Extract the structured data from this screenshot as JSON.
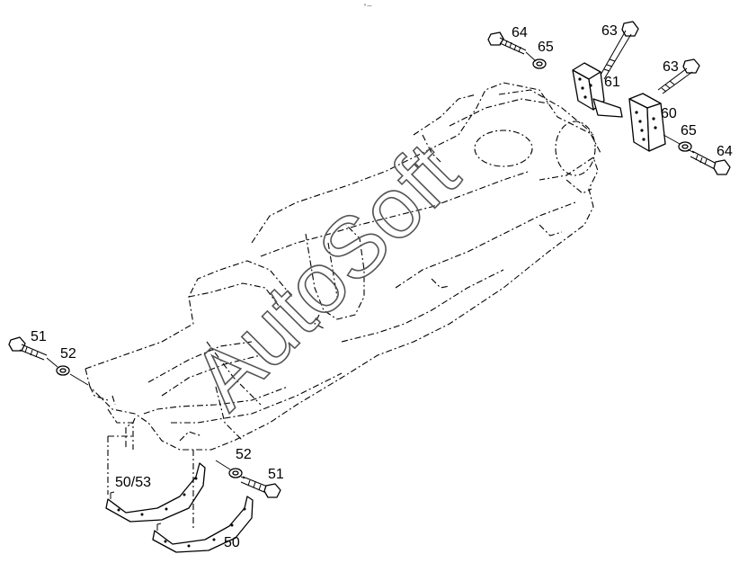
{
  "watermark": {
    "text": "AutoSoft"
  },
  "header_mark": {
    "text": "⁰ —"
  },
  "callouts": {
    "c64a": "64",
    "c65a": "65",
    "c63a": "63",
    "c61": "61",
    "c63b": "63",
    "c60": "60",
    "c65b": "65",
    "c64b": "64",
    "c51a": "51",
    "c52a": "52",
    "c52b": "52",
    "c51b": "51",
    "c5053": "50/53",
    "c50": "50"
  }
}
